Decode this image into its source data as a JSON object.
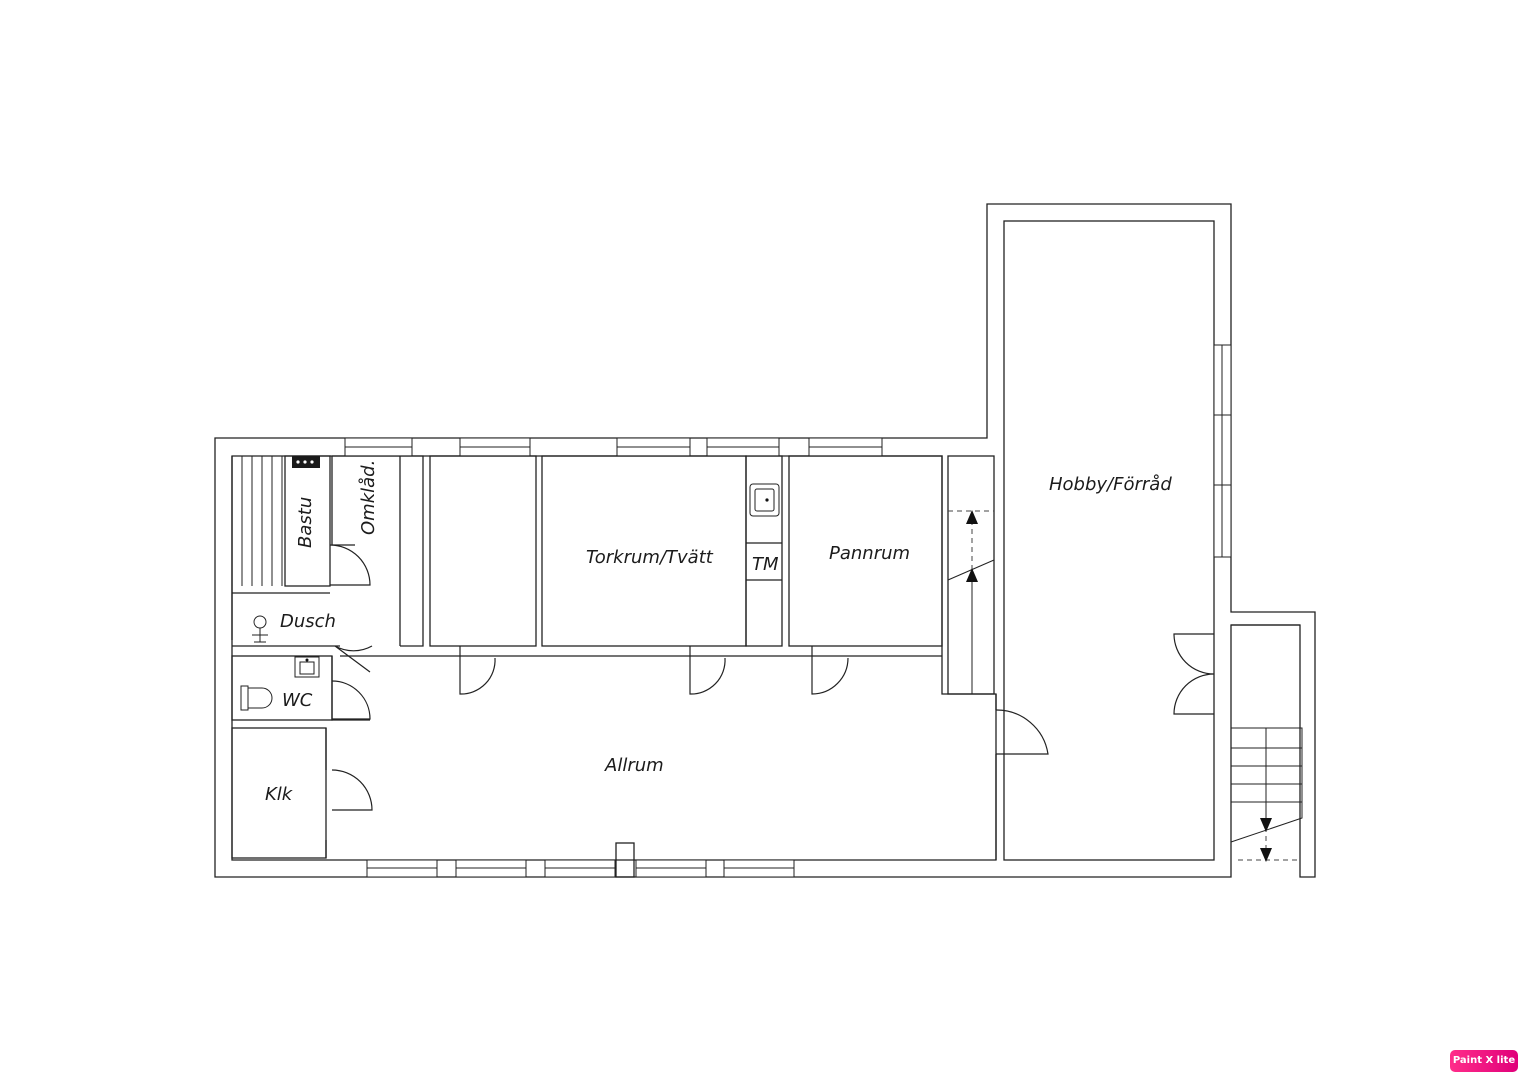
{
  "rooms": {
    "bastu": "Bastu",
    "omklad": "Omklåd.",
    "dusch": "Dusch",
    "wc": "WC",
    "klk": "Klk",
    "torkrum": "Torkrum/Tvätt",
    "tm": "TM",
    "pannrum": "Pannrum",
    "hobby": "Hobby/Förråd",
    "allrum": "Allrum"
  },
  "watermark": "Paint X lite",
  "colors": {
    "line": "#222222",
    "background": "#ffffff",
    "badge": "#ff2d8a"
  }
}
